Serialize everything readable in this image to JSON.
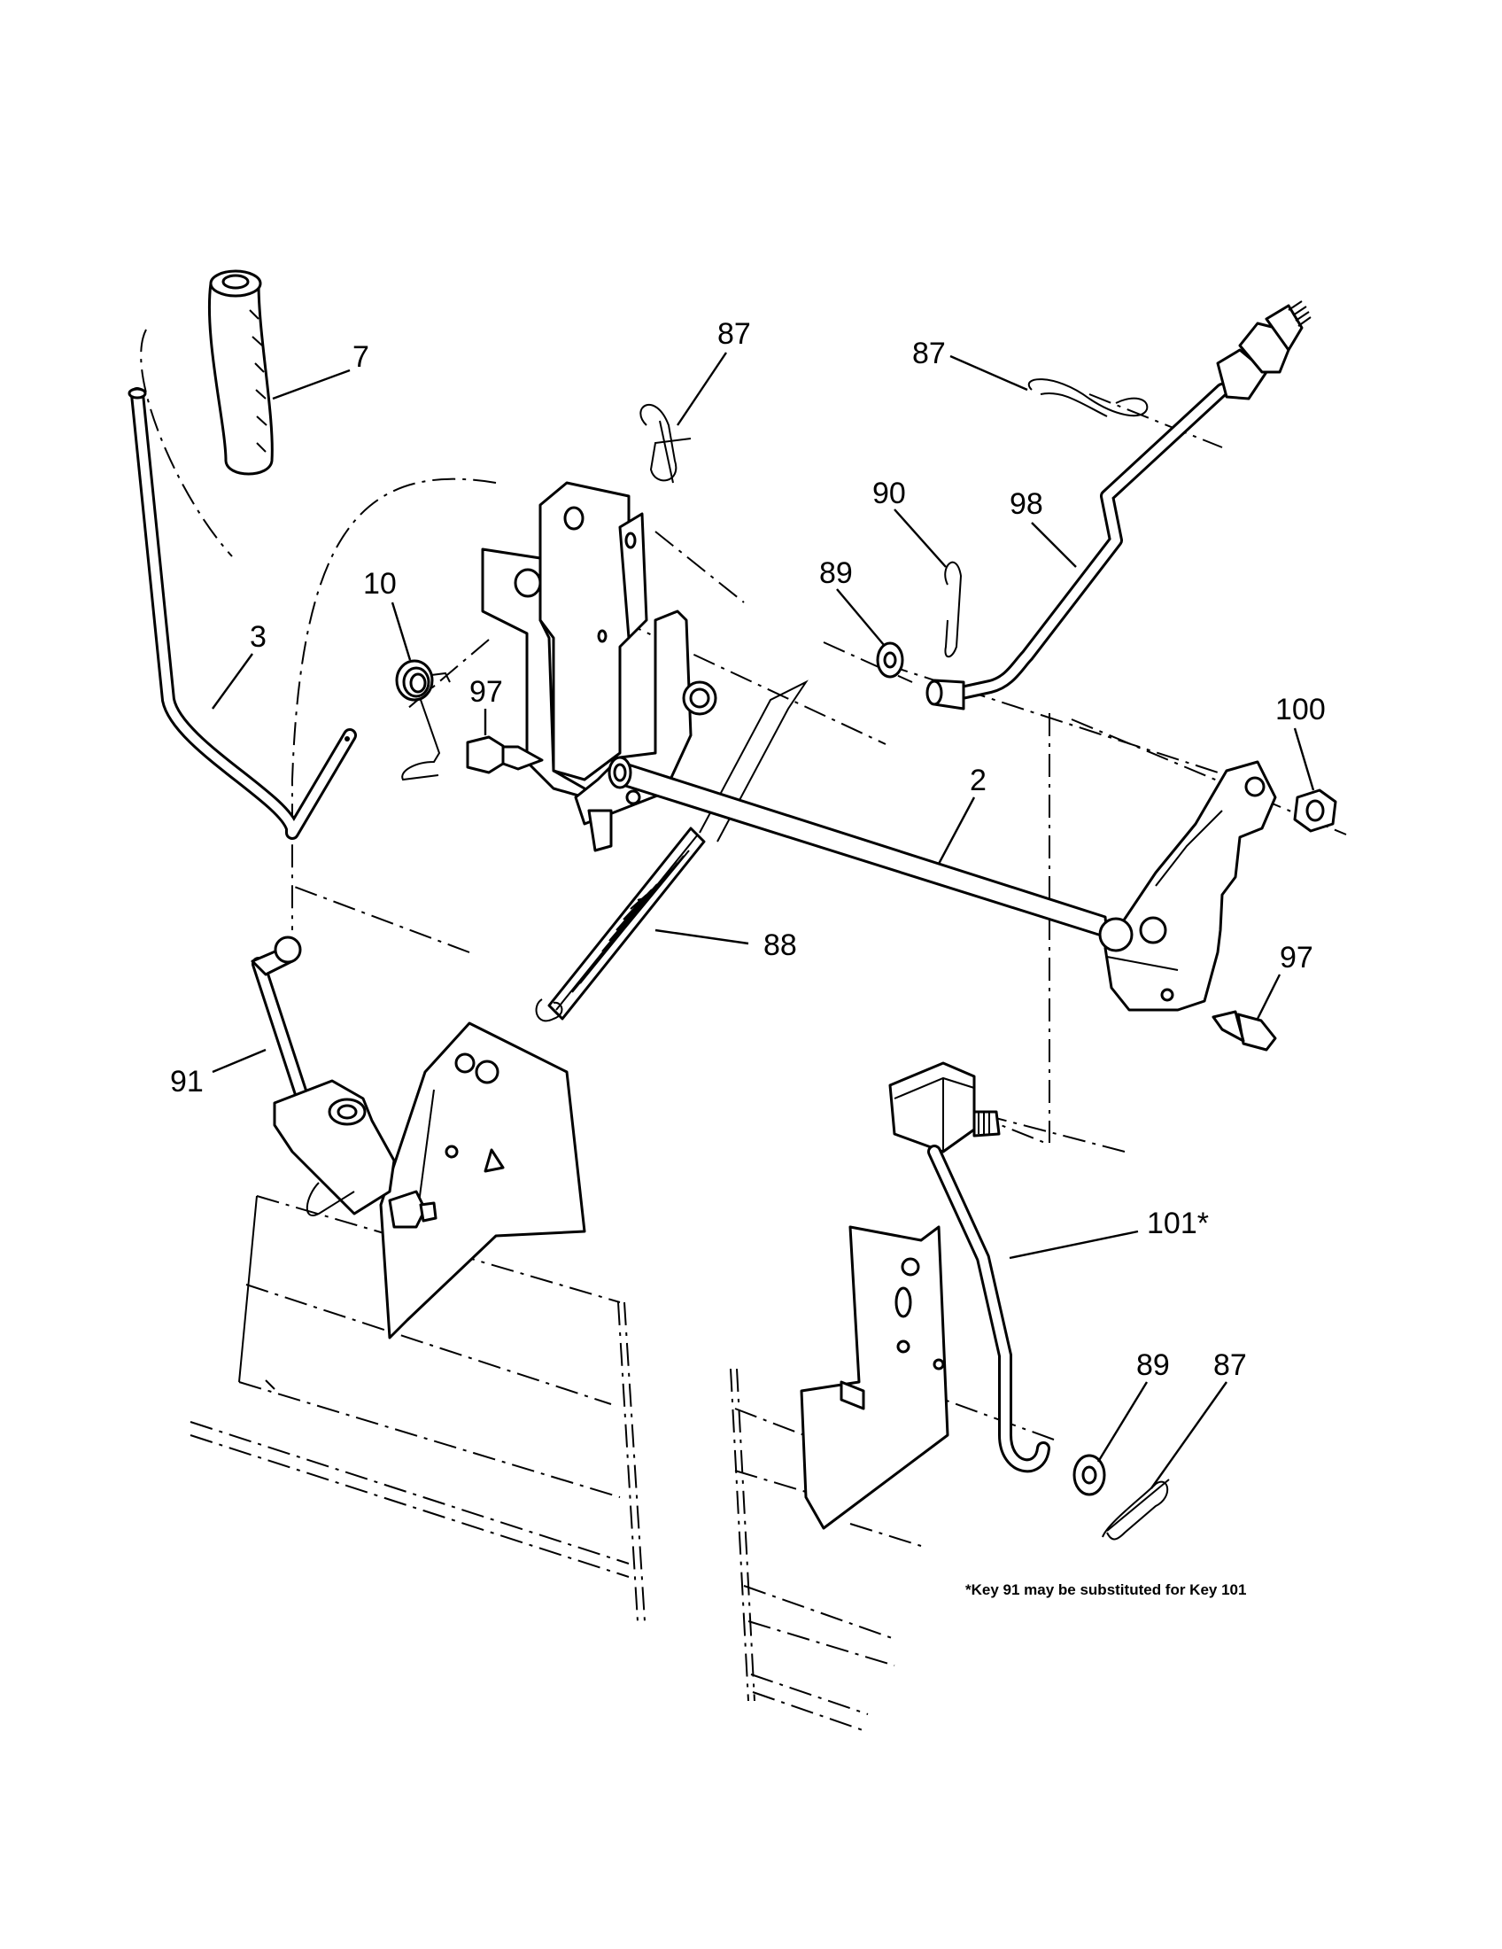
{
  "callouts": {
    "c7": "7",
    "c3": "3",
    "c10": "10",
    "c97_left": "97",
    "c87_top": "87",
    "c87_right": "87",
    "c90": "90",
    "c89_top": "89",
    "c98": "98",
    "c100": "100",
    "c2": "2",
    "c88": "88",
    "c97_right": "97",
    "c91": "91",
    "c101": "101*",
    "c89_bottom": "89",
    "c87_bottom": "87"
  },
  "note": "*Key 91 may be substituted for Key 101"
}
